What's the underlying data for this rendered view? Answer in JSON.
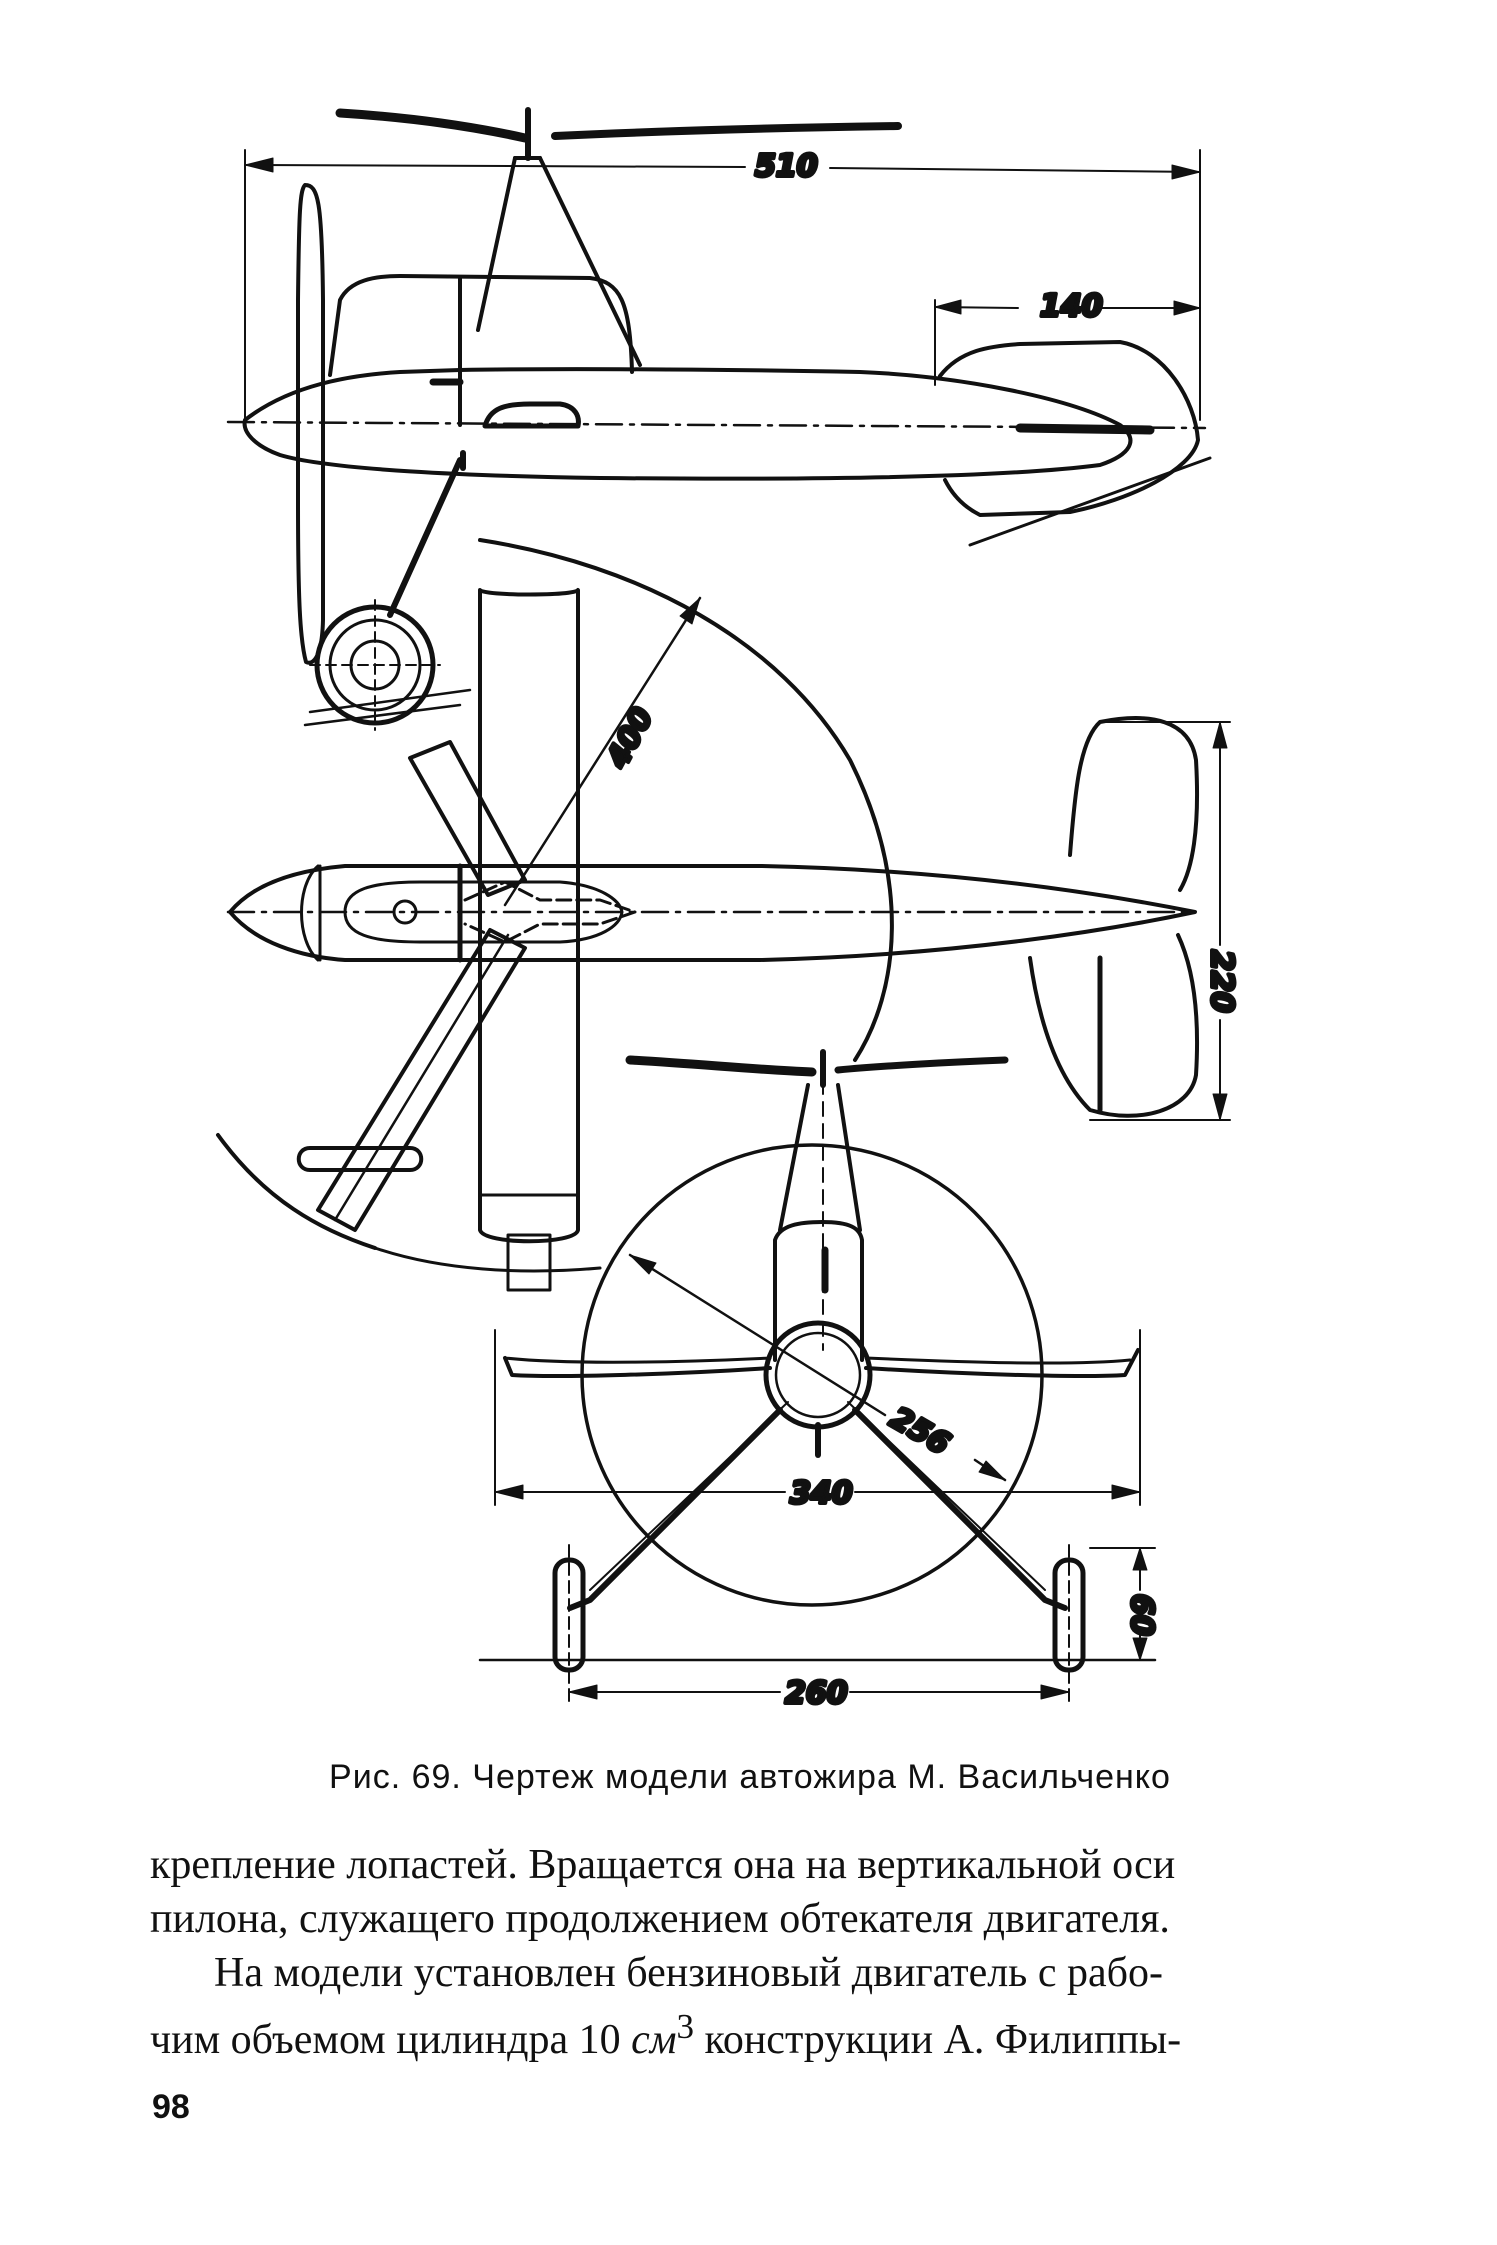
{
  "figure": {
    "dimensions": {
      "overall_length": "510",
      "tail_length": "140",
      "rotor_diameter": "400",
      "tail_span": "220",
      "front_rotor_diameter": "256",
      "wing_span": "340",
      "wheel_height": "60",
      "wheel_track": "260"
    },
    "caption": "Рис. 69. Чертеж модели автожира М. Васильченко"
  },
  "text": {
    "p1_line1": "крепление лопастей. Вращается она на вертикальной оси",
    "p1_line2": "пилона, служащего продолжением обтекателя двигателя.",
    "p2_line1": "На модели установлен бензиновый двигатель с рабо-",
    "p2_line2_a": "чим объемом цилиндра 10 ",
    "p2_line2_unit": "см",
    "p2_line2_sup": "3",
    "p2_line2_b": " конструкции А. Филиппы-"
  },
  "page_number": "98"
}
